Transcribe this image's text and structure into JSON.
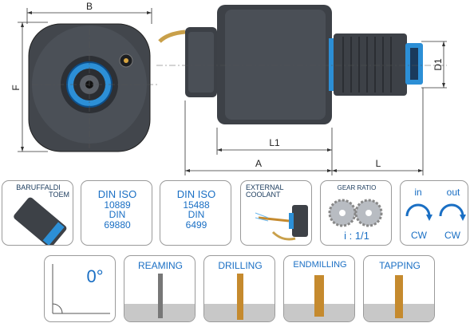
{
  "dimensions": {
    "b": "B",
    "f": "F",
    "d1": "D1",
    "l1": "L1",
    "a": "A",
    "l": "L"
  },
  "cards": {
    "baruffaldi": {
      "line1": "BARUFFALDI",
      "line2": "TOEM"
    },
    "din_left": {
      "line1": "DIN ISO",
      "line2": "10889",
      "line3": "DIN",
      "line4": "69880"
    },
    "din_right": {
      "line1": "DIN ISO",
      "line2": "15488",
      "line3": "DIN",
      "line4": "6499"
    },
    "coolant": {
      "line1": "EXTERNAL",
      "line2": "COOLANT"
    },
    "gear": {
      "title": "GEAR RATIO",
      "ratio": "i : 1/1"
    },
    "rotation": {
      "in_label": "in",
      "out_label": "out",
      "in_dir": "CW",
      "out_dir": "CW"
    },
    "angle": {
      "value": "0°"
    },
    "ops": [
      {
        "label": "REAMING"
      },
      {
        "label": "DRILLING"
      },
      {
        "label": "ENDMILLING"
      },
      {
        "label": "TAPPING"
      }
    ]
  },
  "colors": {
    "accent_blue": "#1a6fc4",
    "body_dark": "#3d4147",
    "ring_blue": "#2c8fd6"
  }
}
